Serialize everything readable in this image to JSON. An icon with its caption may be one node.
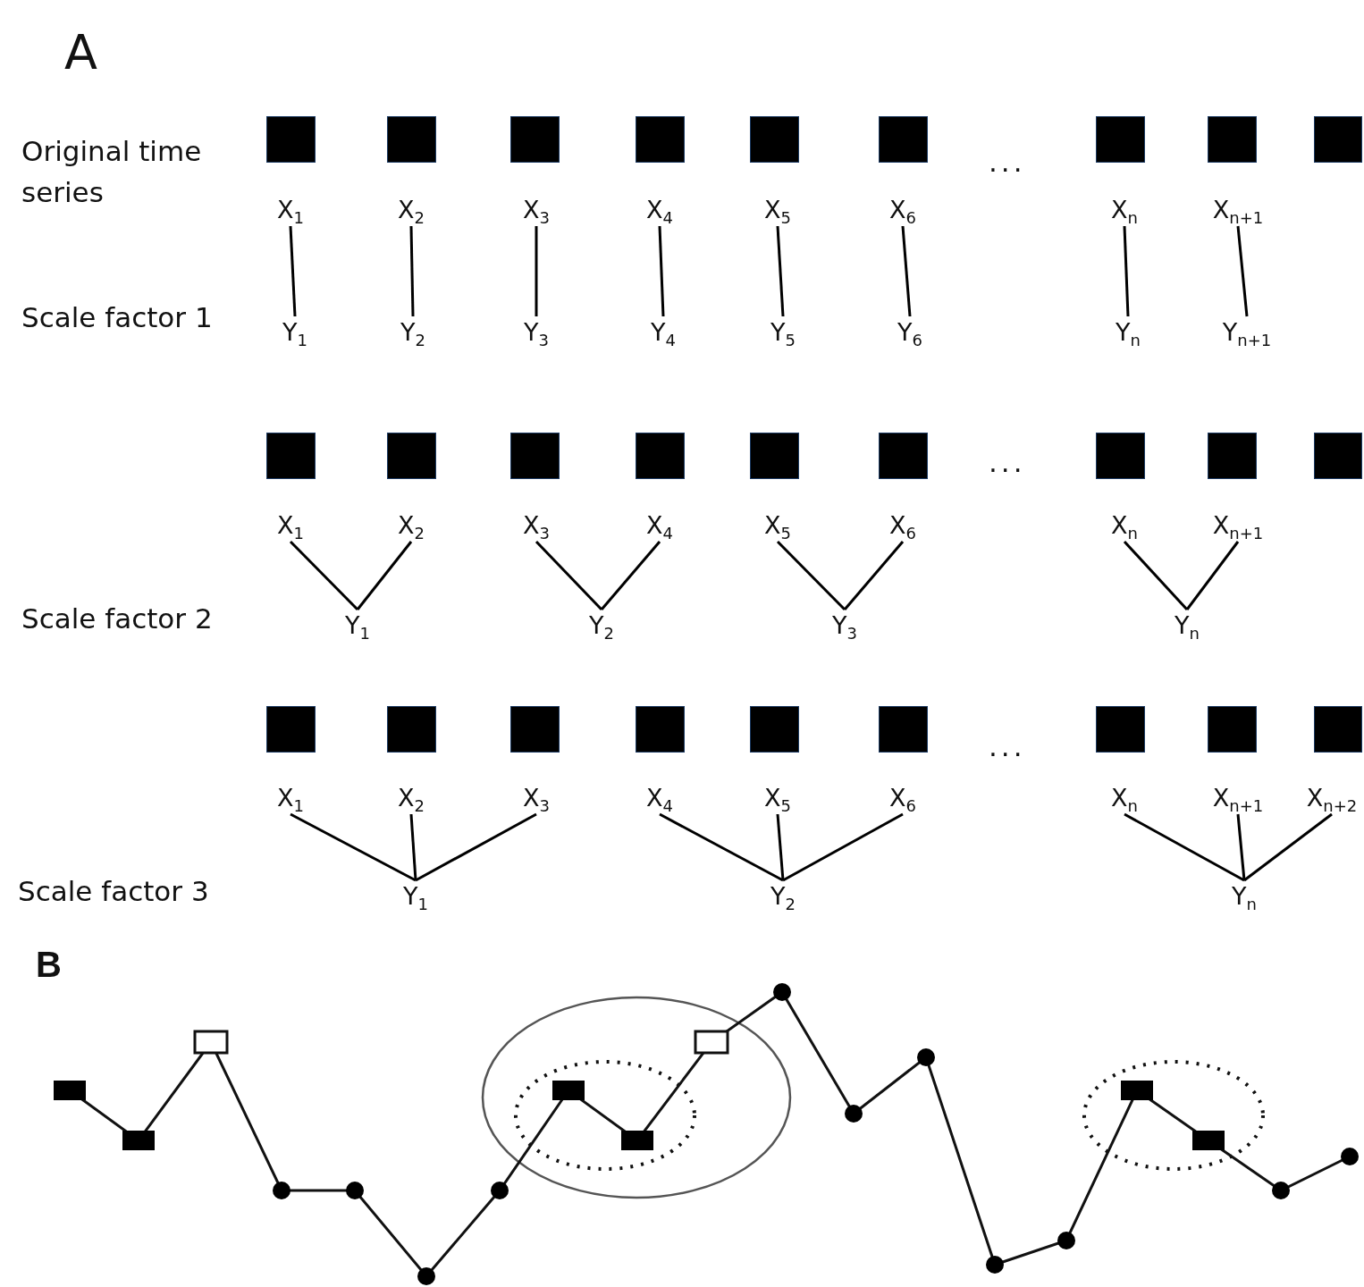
{
  "diagram": {
    "nodes": [
      {
        "text": [],
        "shape": "box"
      },
      {
        "text": [],
        "shape": "box"
      },
      {
        "text": [],
        "shape": "box"
      },
      {
        "text": [],
        "shape": "box"
      },
      {
        "text": [],
        "shape": "box"
      },
      {
        "text": [],
        "shape": "box"
      },
      {
        "text": [],
        "shape": "box"
      },
      {
        "text": [],
        "shape": "box"
      },
      {
        "text": [],
        "shape": "box"
      },
      {
        "text": [
          "X$_{1}$"
        ]
      },
      {
        "text": [
          "X$_{2}$"
        ]
      },
      {
        "text": [
          "X$_{3}$"
        ]
      },
      {
        "text": [
          "X$_{4}$"
        ]
      },
      {
        "text": [
          "X$_{5}$"
        ]
      },
      {
        "text": [
          "X$_{6}$"
        ]
      },
      {
        "text": [
          "X$_{n}$"
        ]
      },
      {
        "text": [
          "X$_{n+1}$"
        ]
      },
      {
        "text": [
          "Y$_{1}$"
        ]
      },
      {
        "text": [
          "Y$_{2}$"
        ]
      },
      {
        "text": [
          "Y$_{3}$"
        ]
      },
      {
        "text": [
          "Y$_{4}$"
        ]
      },
      {
        "text": [
          "Y$_{5}$"
        ]
      },
      {
        "text": [
          "Y$_{6}$"
        ]
      },
      {
        "text": [
          "Y$_{n}$"
        ]
      },
      {
        "text": [
          "Y$_{n+1}$"
        ]
      },
      {
        "text": [],
        "shape": "box"
      },
      {
        "text": [],
        "shape": "box"
      },
      {
        "text": [],
        "shape": "box"
      },
      {
        "text": [],
        "shape": "box"
      },
      {
        "text": [],
        "shape": "box"
      },
      {
        "text": [],
        "shape": "box"
      },
      {
        "text": [],
        "shape": "box"
      },
      {
        "text": [],
        "shape": "box"
      },
      {
        "text": [],
        "shape": "box"
      },
      {
        "text": [
          "X$_{1}$"
        ]
      },
      {
        "text": [
          "X$_{2}$"
        ]
      },
      {
        "text": [
          "X$_{3}$"
        ]
      },
      {
        "text": [
          "X$_{4}$"
        ]
      },
      {
        "text": [
          "X$_{5}$"
        ]
      },
      {
        "text": [
          "X$_{6}$"
        ]
      },
      {
        "text": [
          "X$_{n}$"
        ]
      },
      {
        "text": [
          "X$_{n+1}$"
        ]
      },
      {
        "text": [
          "Y$_{1}$"
        ]
      },
      {
        "text": [
          "Y$_{2}$"
        ]
      },
      {
        "text": [
          "Y$_{3}$"
        ]
      },
      {
        "text": [
          "Y$_{n}$"
        ]
      },
      {
        "text": [],
        "shape": "box"
      },
      {
        "text": [],
        "shape": "box"
      },
      {
        "text": [],
        "shape": "box"
      },
      {
        "text": [],
        "shape": "box"
      },
      {
        "text": [],
        "shape": "box"
      },
      {
        "text": [],
        "shape": "box"
      },
      {
        "text": [],
        "shape": "box"
      },
      {
        "text": [],
        "shape": "box"
      },
      {
        "text": [],
        "shape": "box"
      },
      {
        "text": [
          "X$_{1}$"
        ]
      },
      {
        "text": [
          "X$_{2}$"
        ]
      },
      {
        "text": [
          "X$_{3}$"
        ]
      },
      {
        "text": [
          "X$_{4}$"
        ]
      },
      {
        "text": [
          "X$_{5}$"
        ]
      },
      {
        "text": [
          "X$_{6}$"
        ]
      },
      {
        "text": [
          "X$_{n}$"
        ]
      },
      {
        "text": [
          "X$_{n+1}$"
        ]
      },
      {
        "text": [
          "X$_{n+2}$"
        ]
      },
      {
        "text": [
          "Y$_{1}$"
        ]
      },
      {
        "text": [
          "Y$_{2}$"
        ]
      },
      {
        "text": [
          "Y$_{n}$"
        ]
      }
    ],
    "edges": [
      {
        "from": 9,
        "to": 17,
        "arrow": "none"
      },
      {
        "from": 10,
        "to": 18,
        "arrow": "none"
      },
      {
        "from": 11,
        "to": 19,
        "arrow": "none"
      },
      {
        "from": 12,
        "to": 20,
        "arrow": "none"
      },
      {
        "from": 13,
        "to": 21,
        "arrow": "none"
      },
      {
        "from": 14,
        "to": 22,
        "arrow": "none"
      },
      {
        "from": 15,
        "to": 23,
        "arrow": "none"
      },
      {
        "from": 16,
        "to": 24,
        "arrow": "none"
      },
      {
        "from": 34,
        "to": 42,
        "arrow": "none"
      },
      {
        "from": 35,
        "to": 42,
        "arrow": "none"
      },
      {
        "from": 36,
        "to": 43,
        "arrow": "none"
      },
      {
        "from": 37,
        "to": 43,
        "arrow": "none"
      },
      {
        "from": 38,
        "to": 44,
        "arrow": "none"
      },
      {
        "from": 39,
        "to": 44,
        "arrow": "none"
      },
      {
        "from": 40,
        "to": 45,
        "arrow": "none"
      },
      {
        "from": 41,
        "to": 45,
        "arrow": "none"
      },
      {
        "from": 55,
        "to": 64,
        "arrow": "none"
      },
      {
        "from": 56,
        "to": 64,
        "arrow": "none"
      },
      {
        "from": 57,
        "to": 64,
        "arrow": "none"
      },
      {
        "from": 58,
        "to": 65,
        "arrow": "none"
      },
      {
        "from": 59,
        "to": 65,
        "arrow": "none"
      },
      {
        "from": 60,
        "to": 65,
        "arrow": "none"
      },
      {
        "from": 61,
        "to": 66,
        "arrow": "none"
      },
      {
        "from": 62,
        "to": 66,
        "arrow": "none"
      },
      {
        "from": 63,
        "to": 66,
        "arrow": "none"
      }
    ],
    "labels": [
      "A",
      "Original time series",
      "...",
      "Scale factor 1",
      "...",
      "Scale factor 2",
      "...",
      "Scale factor 3",
      "B"
    ]
  }
}
